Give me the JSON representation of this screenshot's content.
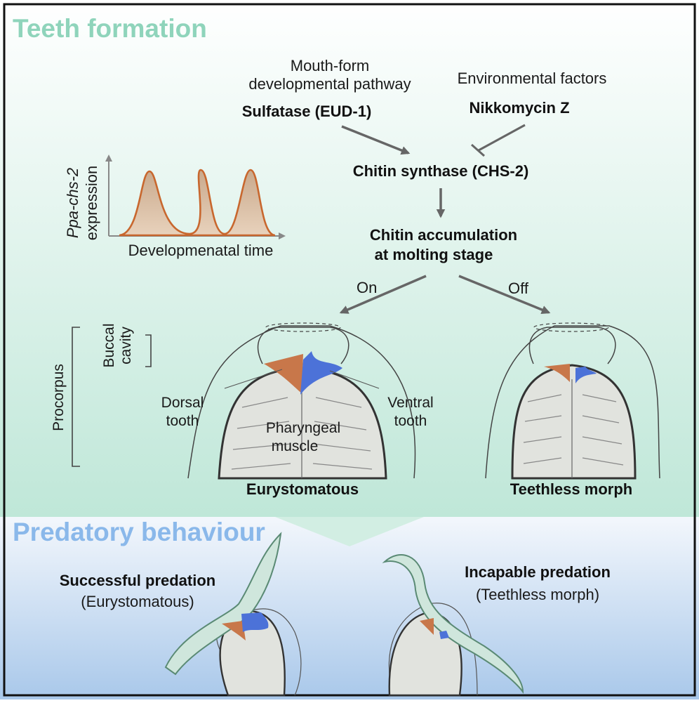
{
  "colors": {
    "top_gradient_start": "#ffffff",
    "top_gradient_end": "#bfe7d8",
    "bottom_gradient_start": "#f3f7fc",
    "bottom_gradient_end": "#a9c8ea",
    "teeth_heading": "#8fd4bb",
    "predatory_heading": "#8ab8ea",
    "dorsal_tooth": "#c8774a",
    "ventral_tooth": "#4c72d8",
    "muscle": "#e1e3de",
    "prey_body": "#cfe6dc"
  },
  "section_top": {
    "heading": "Teeth formation"
  },
  "pathway": {
    "mouth_form_line1": "Mouth-form",
    "mouth_form_line2": "developmental pathway",
    "sulfatase": "Sulfatase (EUD-1)",
    "env_factors": "Environmental factors",
    "nikkomycin": "Nikkomycin Z",
    "chitin_synthase": "Chitin synthase (CHS-2)",
    "accum_line1": "Chitin accumulation",
    "accum_line2": "at molting stage",
    "on": "On",
    "off": "Off"
  },
  "expression_plot": {
    "ylabel_gene": "Ppa-chs-2",
    "ylabel_word": "expression",
    "xlabel": "Developmenatal time"
  },
  "anatomy": {
    "procorpus": "Procorpus",
    "buccal_line1": "Buccal",
    "buccal_line2": "cavity",
    "dorsal_line1": "Dorsal",
    "dorsal_line2": "tooth",
    "ventral_line1": "Ventral",
    "ventral_line2": "tooth",
    "pharyngeal_line1": "Pharyngeal",
    "pharyngeal_line2": "muscle",
    "eurystomatous": "Eurystomatous",
    "teethless": "Teethless morph"
  },
  "section_bottom": {
    "heading": "Predatory behaviour",
    "success_line1": "Successful predation",
    "success_line2": "(Eurystomatous)",
    "incapable_line1": "Incapable predation",
    "incapable_line2": "(Teethless morph)"
  }
}
